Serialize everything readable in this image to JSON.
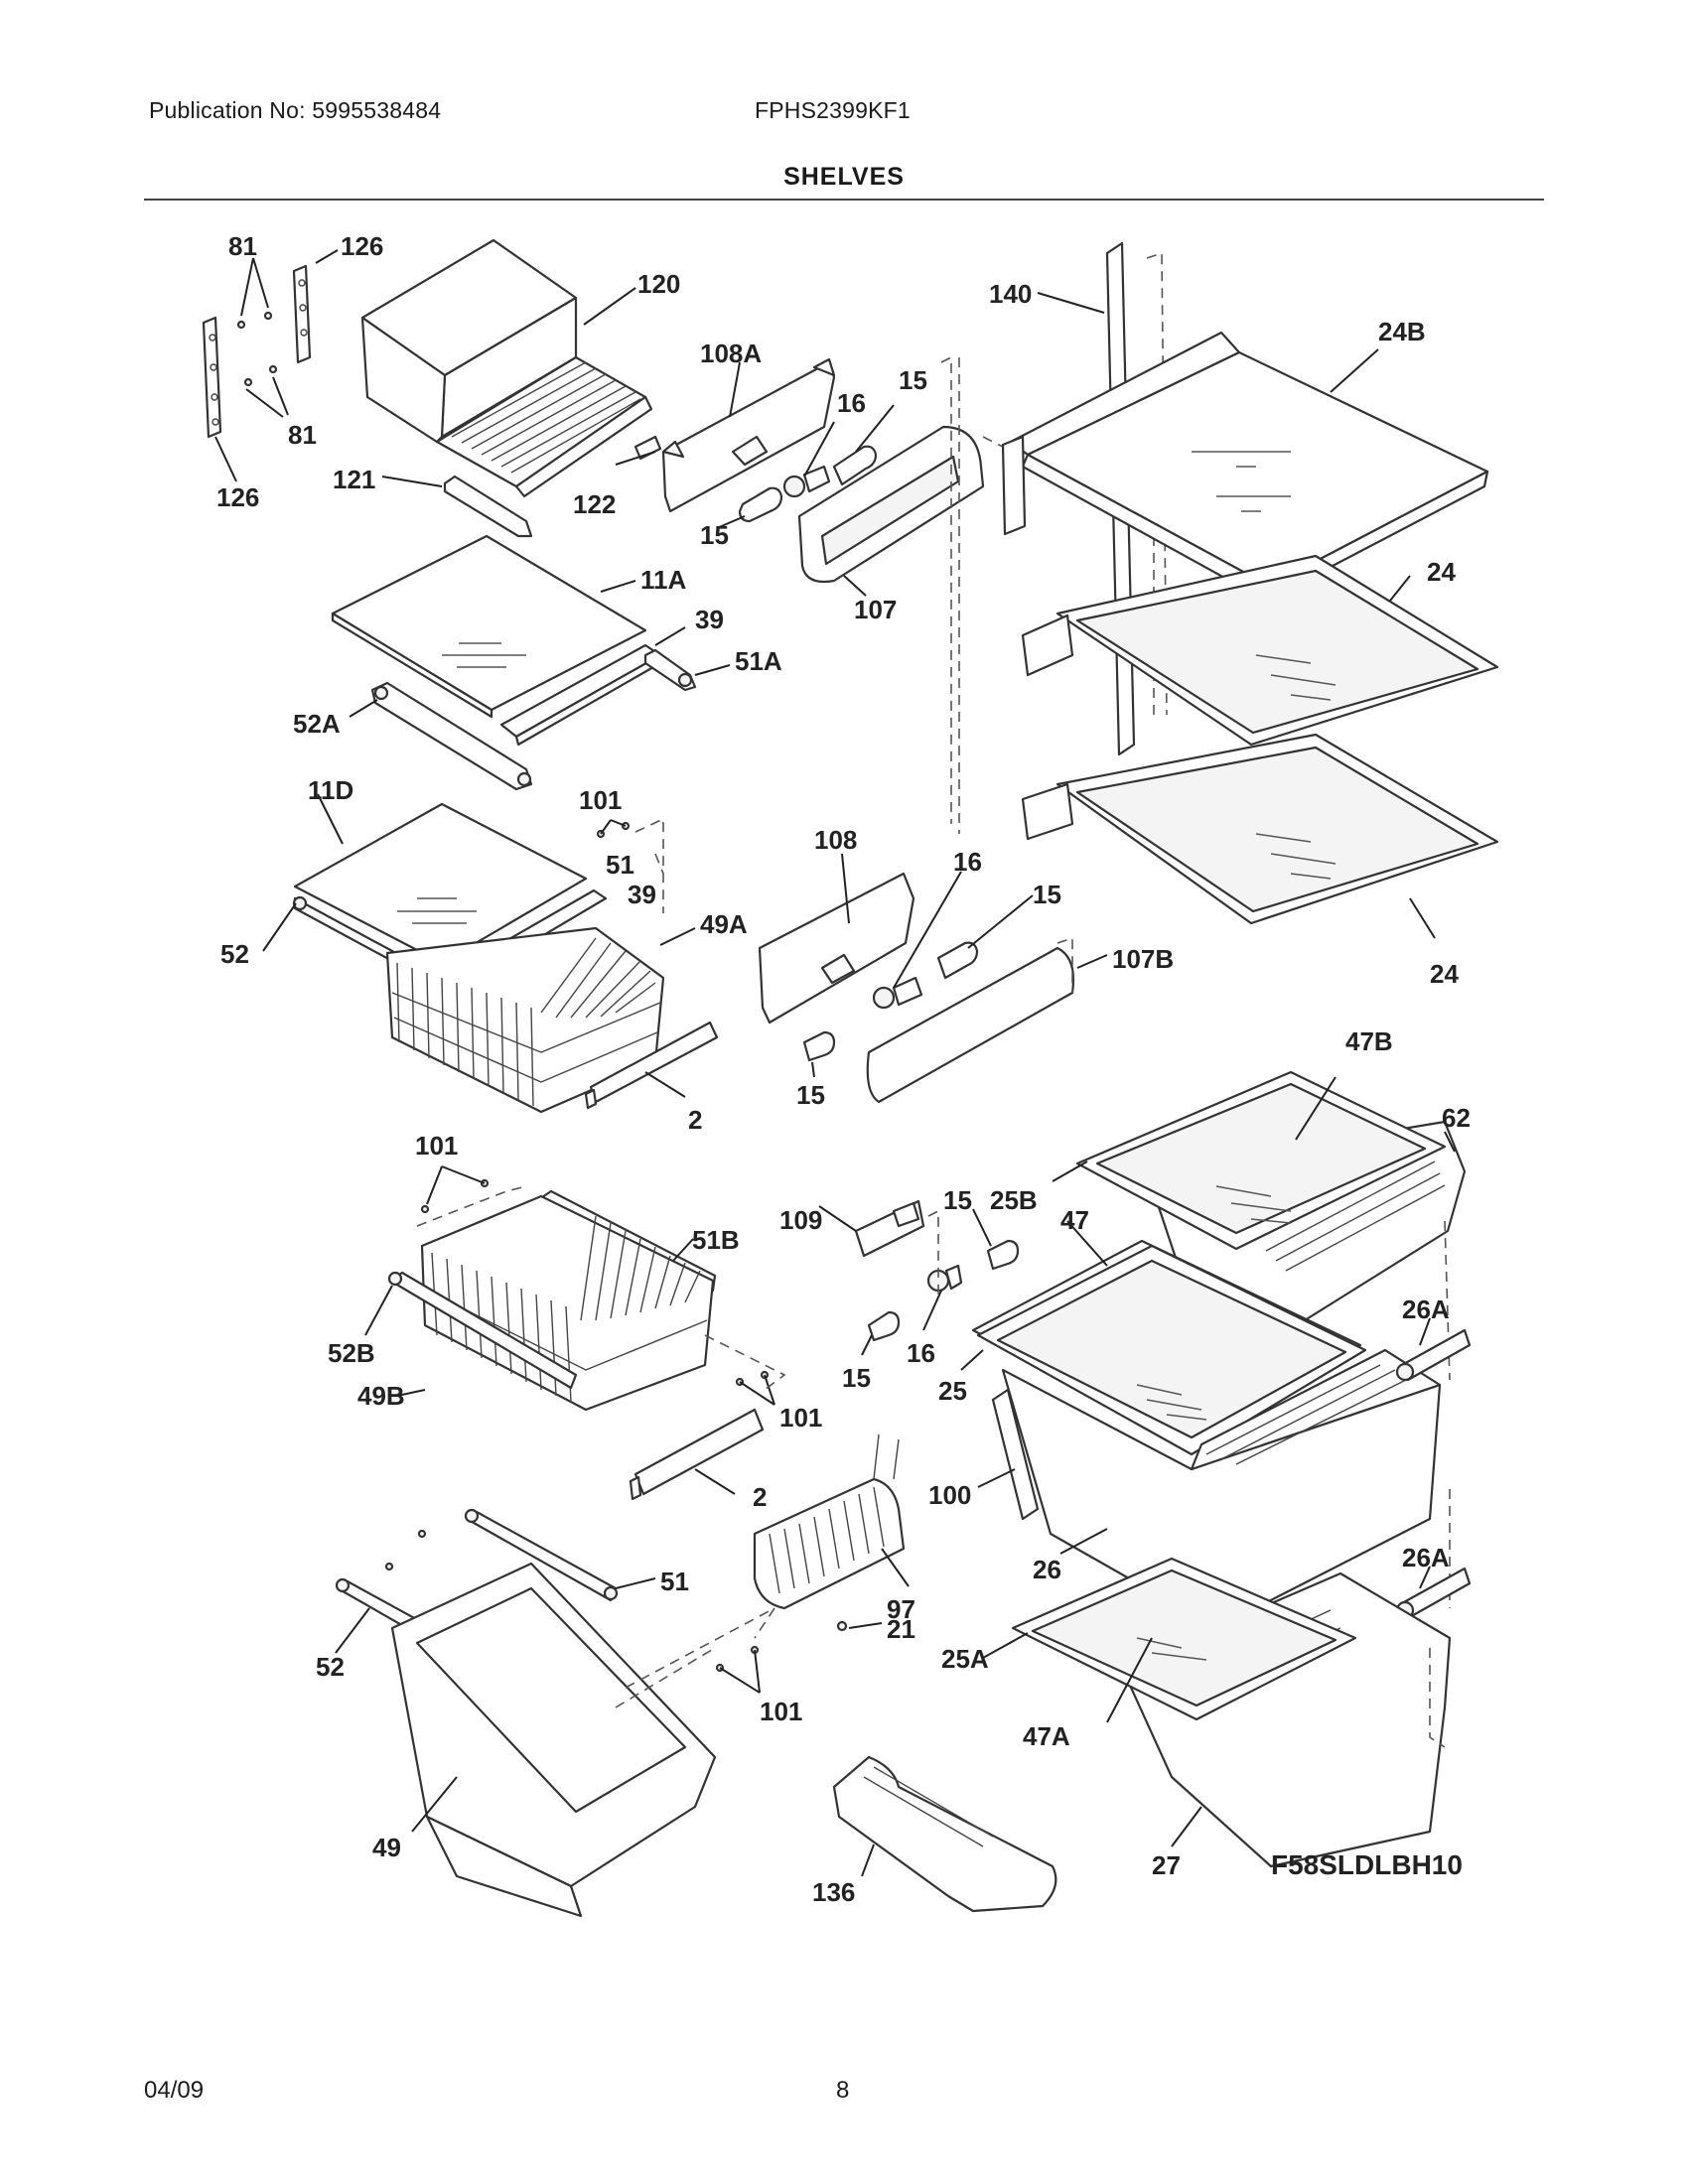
{
  "header": {
    "publication": "Publication No: 5995538484",
    "model": "FPHS2399KF1",
    "section_title": "SHELVES"
  },
  "diagram": {
    "figure_code": "F58SLDLBH10",
    "callouts": [
      "81",
      "126",
      "120",
      "81",
      "126",
      "121",
      "122",
      "108A",
      "16",
      "15",
      "15",
      "107",
      "140",
      "24B",
      "11A",
      "39",
      "51A",
      "52A",
      "24",
      "11D",
      "101",
      "51",
      "39",
      "52",
      "49A",
      "108",
      "16",
      "15",
      "107B",
      "24",
      "15",
      "2",
      "47B",
      "101",
      "62",
      "109",
      "15",
      "25B",
      "47",
      "51B",
      "26A",
      "52B",
      "16",
      "15",
      "25",
      "49B",
      "101",
      "2",
      "100",
      "26",
      "97",
      "26A",
      "51",
      "21",
      "25A",
      "52",
      "101",
      "47A",
      "49",
      "136",
      "27"
    ]
  },
  "footer": {
    "date": "04/09",
    "page": "8"
  }
}
